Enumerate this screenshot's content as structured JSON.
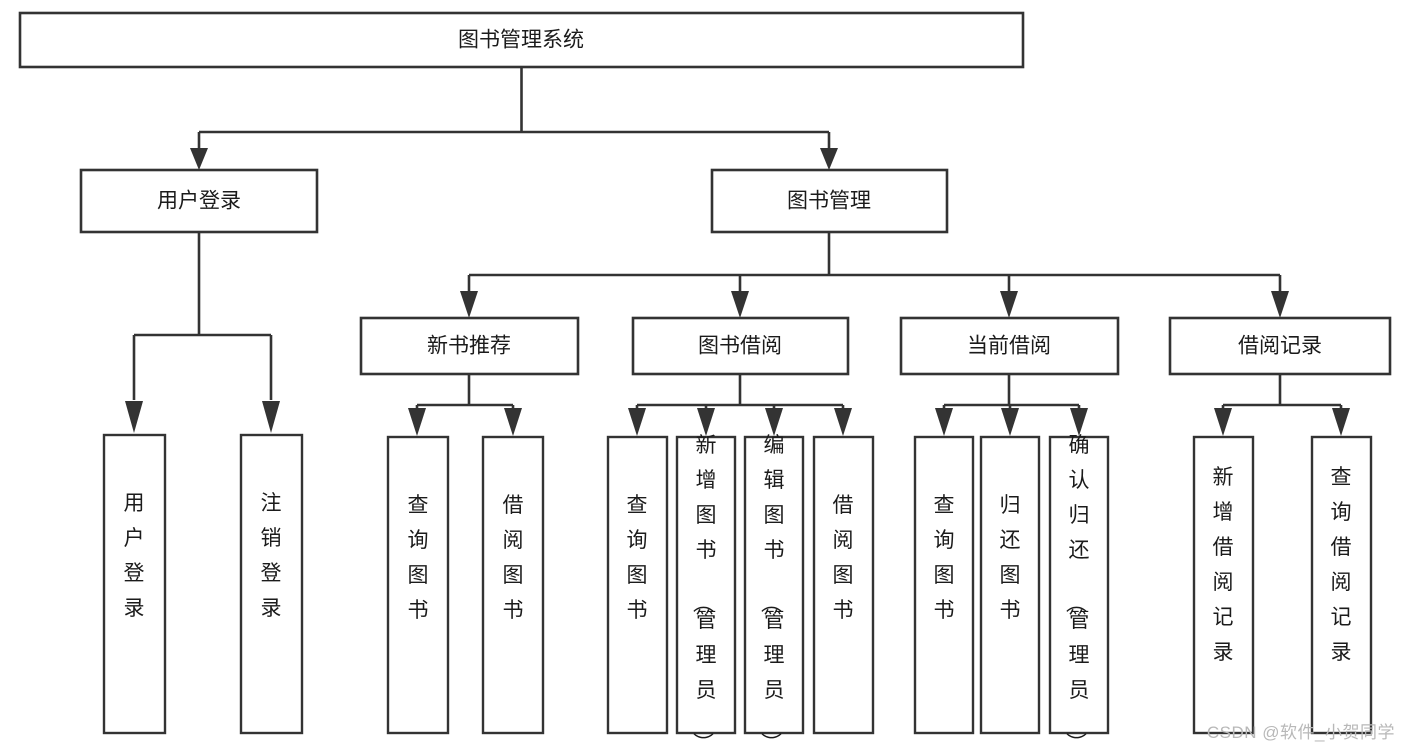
{
  "diagram": {
    "type": "tree-hierarchy",
    "title": "图书管理系统",
    "orientation": "top-down",
    "colors": {
      "box_stroke": "#333333",
      "box_fill": "#ffffff",
      "text": "#1b1b1b",
      "watermark": "#b8b8b8",
      "background": "#ffffff"
    },
    "root": {
      "label": "图书管理系统"
    },
    "level2": [
      {
        "label": "用户登录"
      },
      {
        "label": "图书管理"
      }
    ],
    "level3": [
      {
        "label": "新书推荐"
      },
      {
        "label": "图书借阅"
      },
      {
        "label": "当前借阅"
      },
      {
        "label": "借阅记录"
      }
    ],
    "leaves": {
      "user_login": [
        {
          "label": "用户登录"
        },
        {
          "label": "注销登录"
        }
      ],
      "new_book_recommend": [
        {
          "label": "查询图书"
        },
        {
          "label": "借阅图书"
        }
      ],
      "book_borrow": [
        {
          "label": "查询图书"
        },
        {
          "label": "新增图书（管理员）"
        },
        {
          "label": "编辑图书（管理员）"
        },
        {
          "label": "借阅图书"
        }
      ],
      "current_borrow": [
        {
          "label": "查询图书"
        },
        {
          "label": "归还图书"
        },
        {
          "label": "确认归还（管理员）"
        }
      ],
      "borrow_record": [
        {
          "label": "新增借阅记录"
        },
        {
          "label": "查询借阅记录"
        }
      ]
    },
    "watermark": "CSDN @软件_小贺同学"
  }
}
